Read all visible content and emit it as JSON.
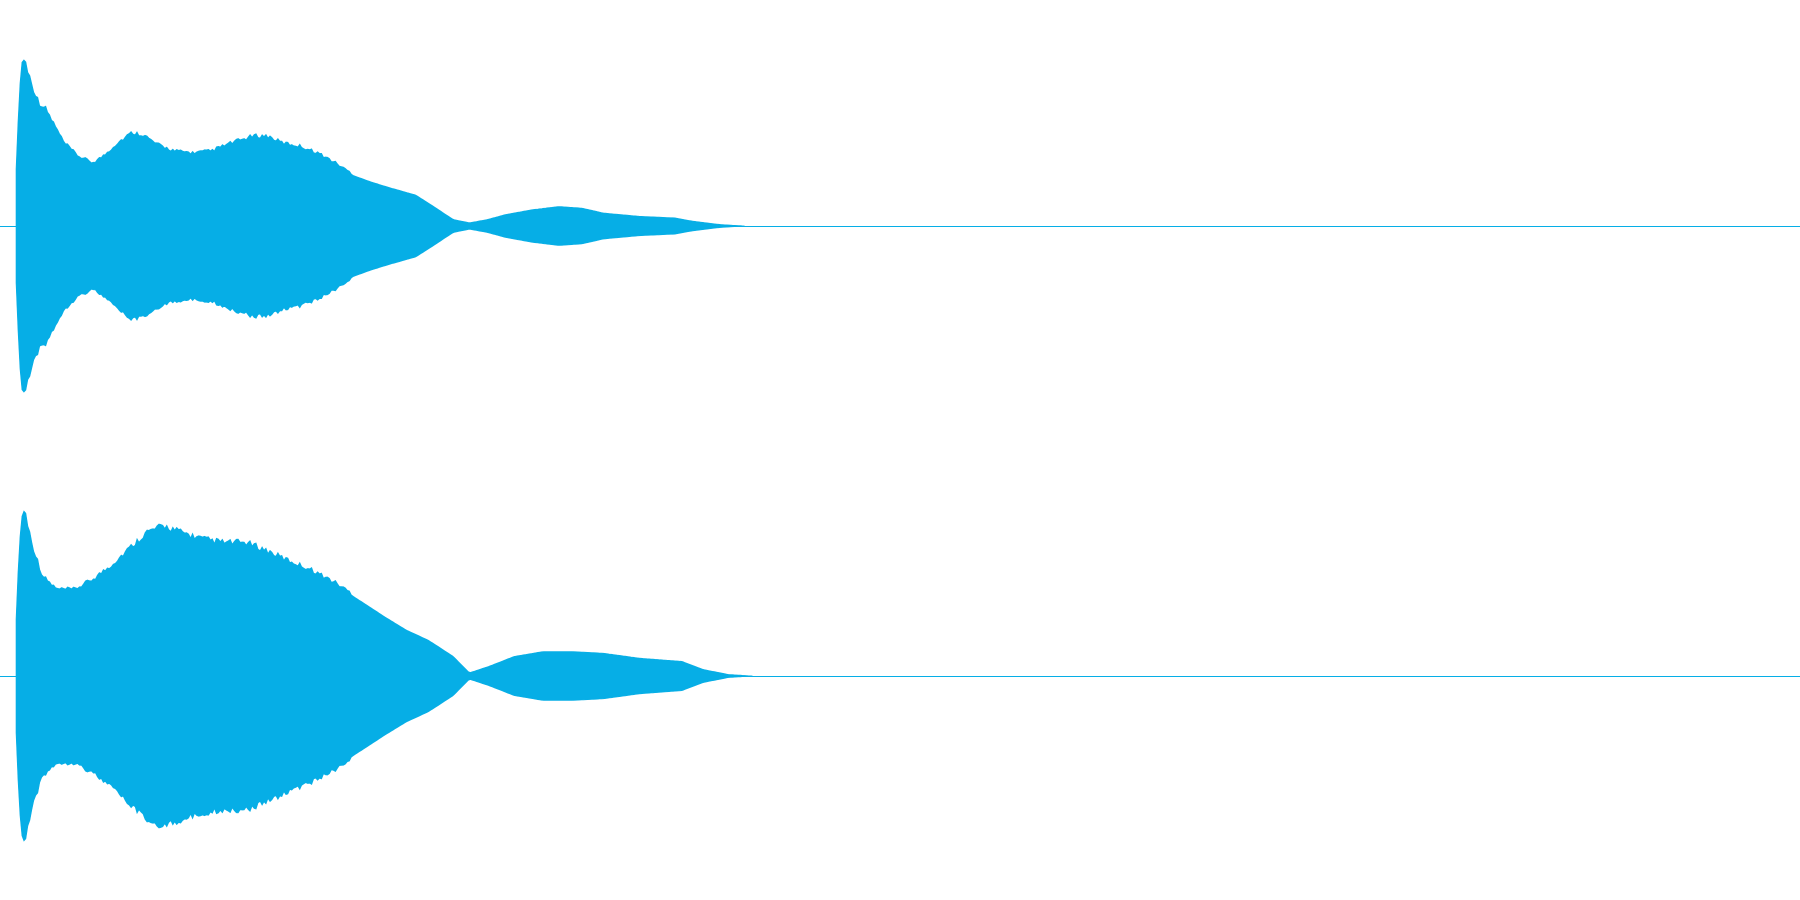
{
  "view": {
    "type": "stereo-waveform",
    "background_color": "#ffffff",
    "wave_color": "#06aee6",
    "centerline_color": "#06aee6"
  },
  "channels": [
    {
      "name": "",
      "envelope": [
        [
          0.0,
          0.0
        ],
        [
          0.002,
          0.6
        ],
        [
          0.004,
          0.98
        ],
        [
          0.006,
          1.0
        ],
        [
          0.01,
          0.85
        ],
        [
          0.014,
          0.74
        ],
        [
          0.018,
          0.7
        ],
        [
          0.022,
          0.62
        ],
        [
          0.028,
          0.5
        ],
        [
          0.036,
          0.42
        ],
        [
          0.044,
          0.38
        ],
        [
          0.05,
          0.42
        ],
        [
          0.058,
          0.5
        ],
        [
          0.066,
          0.56
        ],
        [
          0.072,
          0.55
        ],
        [
          0.08,
          0.49
        ],
        [
          0.09,
          0.45
        ],
        [
          0.1,
          0.44
        ],
        [
          0.11,
          0.45
        ],
        [
          0.122,
          0.5
        ],
        [
          0.134,
          0.54
        ],
        [
          0.142,
          0.54
        ],
        [
          0.15,
          0.5
        ],
        [
          0.16,
          0.48
        ],
        [
          0.17,
          0.44
        ],
        [
          0.18,
          0.38
        ],
        [
          0.19,
          0.31
        ],
        [
          0.2,
          0.27
        ],
        [
          0.212,
          0.23
        ],
        [
          0.225,
          0.19
        ],
        [
          0.235,
          0.12
        ],
        [
          0.246,
          0.04
        ],
        [
          0.255,
          0.02
        ],
        [
          0.265,
          0.04
        ],
        [
          0.275,
          0.07
        ],
        [
          0.29,
          0.1
        ],
        [
          0.305,
          0.12
        ],
        [
          0.318,
          0.11
        ],
        [
          0.33,
          0.08
        ],
        [
          0.35,
          0.06
        ],
        [
          0.37,
          0.05
        ],
        [
          0.38,
          0.03
        ],
        [
          0.395,
          0.01
        ],
        [
          0.41,
          0.0
        ],
        [
          1.0,
          0.0
        ]
      ]
    },
    {
      "name": "",
      "envelope": [
        [
          0.0,
          0.0
        ],
        [
          0.002,
          0.6
        ],
        [
          0.004,
          0.95
        ],
        [
          0.006,
          1.0
        ],
        [
          0.01,
          0.8
        ],
        [
          0.016,
          0.6
        ],
        [
          0.024,
          0.52
        ],
        [
          0.034,
          0.52
        ],
        [
          0.044,
          0.58
        ],
        [
          0.054,
          0.66
        ],
        [
          0.064,
          0.76
        ],
        [
          0.074,
          0.86
        ],
        [
          0.084,
          0.9
        ],
        [
          0.094,
          0.86
        ],
        [
          0.106,
          0.82
        ],
        [
          0.118,
          0.8
        ],
        [
          0.13,
          0.8
        ],
        [
          0.14,
          0.76
        ],
        [
          0.152,
          0.7
        ],
        [
          0.166,
          0.64
        ],
        [
          0.18,
          0.56
        ],
        [
          0.194,
          0.46
        ],
        [
          0.208,
          0.36
        ],
        [
          0.22,
          0.28
        ],
        [
          0.232,
          0.22
        ],
        [
          0.246,
          0.12
        ],
        [
          0.255,
          0.02
        ],
        [
          0.266,
          0.06
        ],
        [
          0.28,
          0.12
        ],
        [
          0.296,
          0.15
        ],
        [
          0.312,
          0.15
        ],
        [
          0.33,
          0.14
        ],
        [
          0.35,
          0.11
        ],
        [
          0.374,
          0.09
        ],
        [
          0.386,
          0.04
        ],
        [
          0.4,
          0.01
        ],
        [
          0.414,
          0.0
        ],
        [
          1.0,
          0.0
        ]
      ]
    }
  ]
}
